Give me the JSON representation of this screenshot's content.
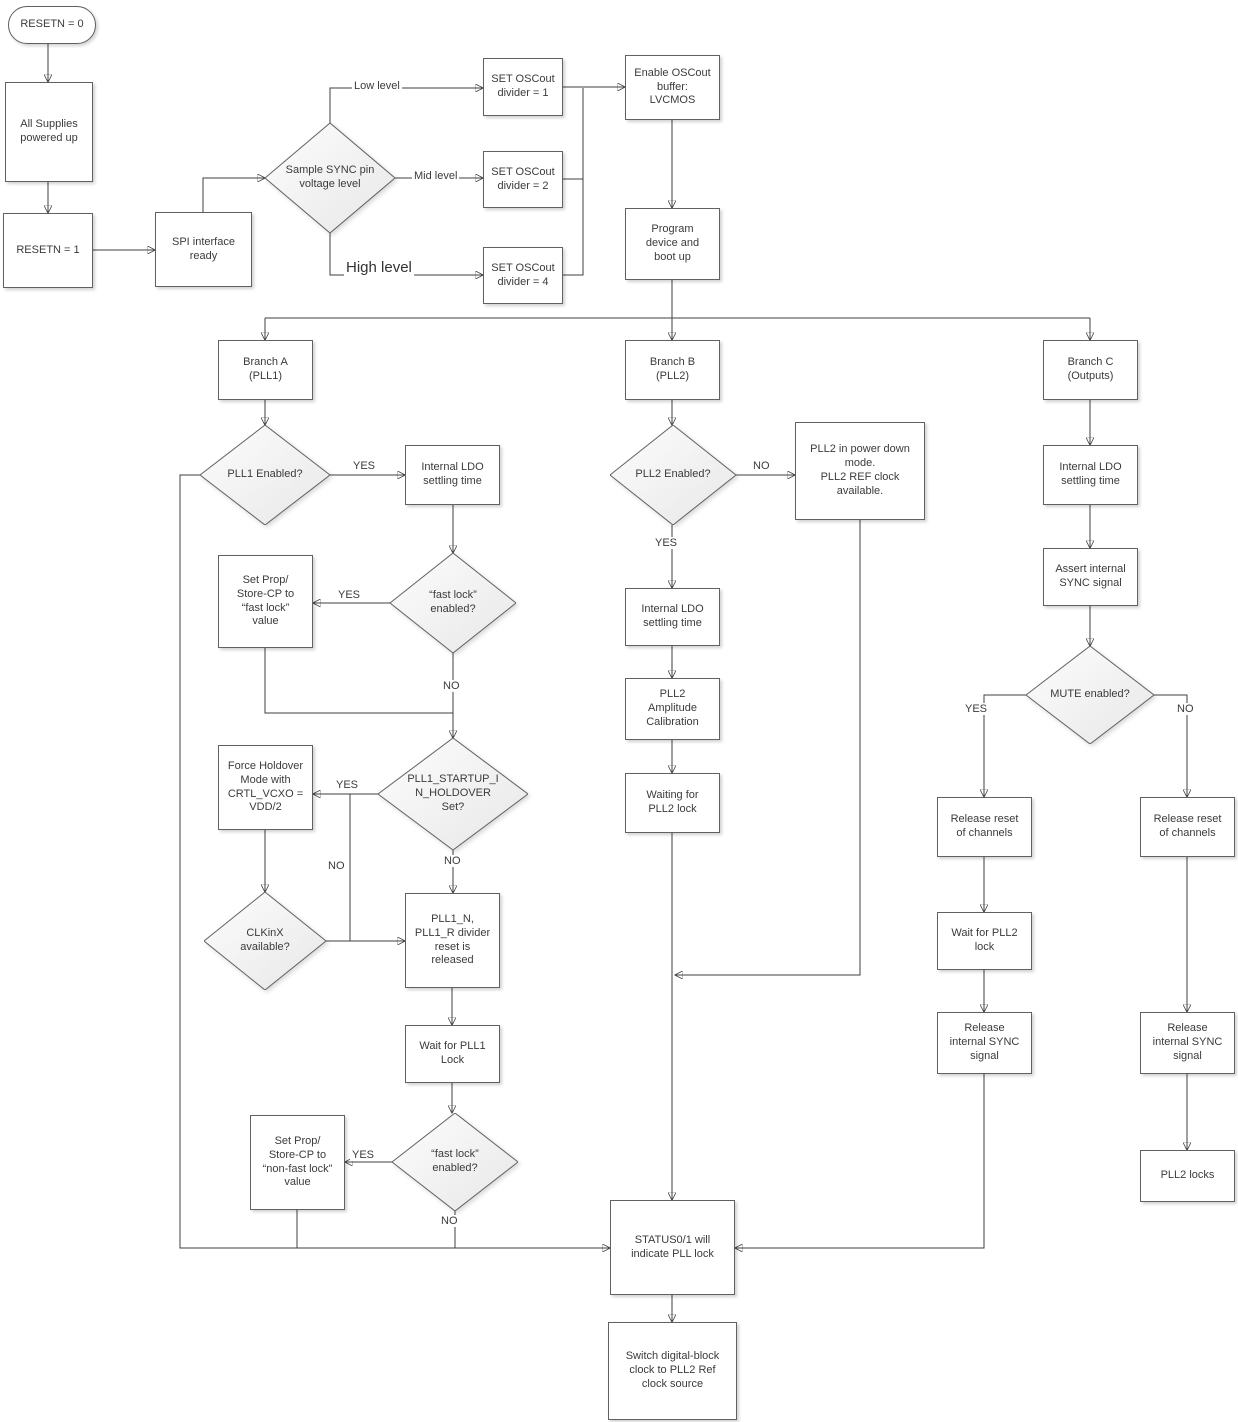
{
  "diagram": {
    "nodes": {
      "resetn0": "RESETN = 0",
      "supplies": "All Supplies\npowered up",
      "resetn1": "RESETN = 1",
      "spi": "SPI interface\nready",
      "sample_sync": "Sample SYNC pin\nvoltage level",
      "osc_div1": "SET OSCout\ndivider = 1",
      "osc_div2": "SET OSCout\ndivider = 2",
      "osc_div4": "SET OSCout\ndivider = 4",
      "enable_oscout": "Enable OSCout\nbuffer:\nLVCMOS",
      "program_device": "Program\ndevice and\nboot up",
      "branch_a": "Branch A\n(PLL1)",
      "branch_b": "Branch B\n(PLL2)",
      "branch_c": "Branch C\n(Outputs)",
      "pll1_enabled": "PLL1 Enabled?",
      "ldo_a": "Internal LDO\nsettling time",
      "fastlock1": "“fast lock”\nenabled?",
      "set_prop_fast": "Set Prop/\nStore-CP to\n“fast lock”\nvalue",
      "startup_holdover": "PLL1_STARTUP_I\nN_HOLDOVER\nSet?",
      "force_holdover": "Force Holdover\nMode with\nCRTL_VCXO =\nVDD/2",
      "clkinx": "CLKinX\navailable?",
      "pll1_divider_release": "PLL1_N,\nPLL1_R divider\nreset is\nreleased",
      "wait_pll1": "Wait for PLL1\nLock",
      "fastlock2": "“fast lock”\nenabled?",
      "set_prop_nonfast": "Set Prop/\nStore-CP to\n“non-fast lock”\nvalue",
      "pll2_enabled": "PLL2 Enabled?",
      "pll2_powerdown": "PLL2 in power down\nmode.\nPLL2 REF clock\navailable.",
      "ldo_b": "Internal LDO\nsettling time",
      "pll2_amp_cal": "PLL2\nAmplitude\nCalibration",
      "waiting_pll2": "Waiting for\nPLL2 lock",
      "ldo_c": "Internal LDO\nsettling time",
      "assert_sync": "Assert internal\nSYNC signal",
      "mute_enabled": "MUTE enabled?",
      "release_reset_y": "Release reset\nof channels",
      "wait_pll2": "Wait for PLL2\nlock",
      "release_sync_y": "Release\ninternal SYNC\nsignal",
      "release_reset_n": "Release reset\nof channels",
      "release_sync_n": "Release\ninternal SYNC\nsignal",
      "pll2_locks": "PLL2 locks",
      "status": "STATUS0/1 will\nindicate PLL lock",
      "switch_clock": "Switch digital-block\nclock to PLL2 Ref\nclock source"
    },
    "labels": {
      "yes": "YES",
      "no": "NO",
      "low_level": "Low level",
      "mid_level": "Mid level",
      "high_level": "High level"
    },
    "colors": {
      "line": "#3f3f3f",
      "node_border": "#616161",
      "text": "#3b3b3b",
      "background": "#ffffff"
    }
  }
}
